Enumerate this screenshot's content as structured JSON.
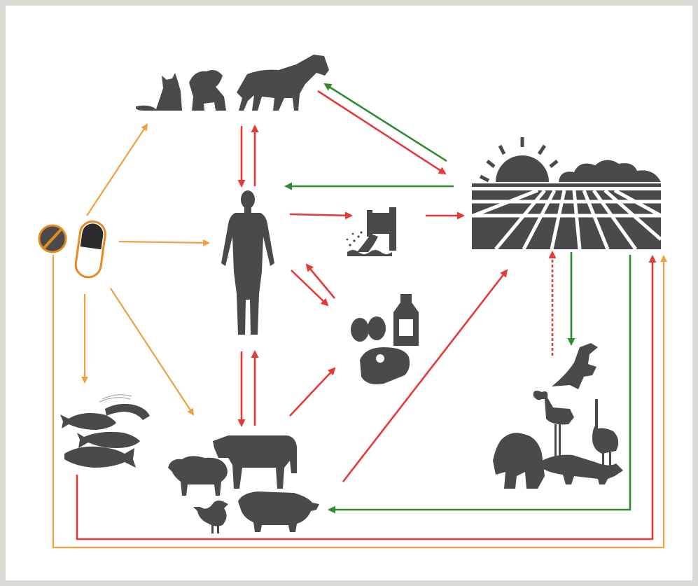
{
  "diagram": {
    "nodes": [
      {
        "id": "antibiotics",
        "icon": "antibiotic-pills-icon"
      },
      {
        "id": "companion-animals",
        "icon": "cat-dog-horse-icon"
      },
      {
        "id": "humans",
        "icon": "human-figure-icon"
      },
      {
        "id": "wastewater",
        "icon": "wastewater-pipe-icon"
      },
      {
        "id": "environment",
        "icon": "farmland-sun-icon"
      },
      {
        "id": "animal-products",
        "icon": "eggs-milk-meat-icon"
      },
      {
        "id": "aquaculture",
        "icon": "fish-shrimp-icon"
      },
      {
        "id": "livestock",
        "icon": "cow-sheep-pig-chicken-icon"
      },
      {
        "id": "wildlife",
        "icon": "wild-animals-icon"
      }
    ],
    "colors": {
      "icon_fill": "#4a4a4c",
      "pill_accent": "#e58a1f",
      "orange_arrow": "#f0a040",
      "red_arrow": "#e53935",
      "green_arrow": "#2e8b2e",
      "frame_bg": "#ffffff",
      "page_bg": "#dcdcd7"
    }
  }
}
